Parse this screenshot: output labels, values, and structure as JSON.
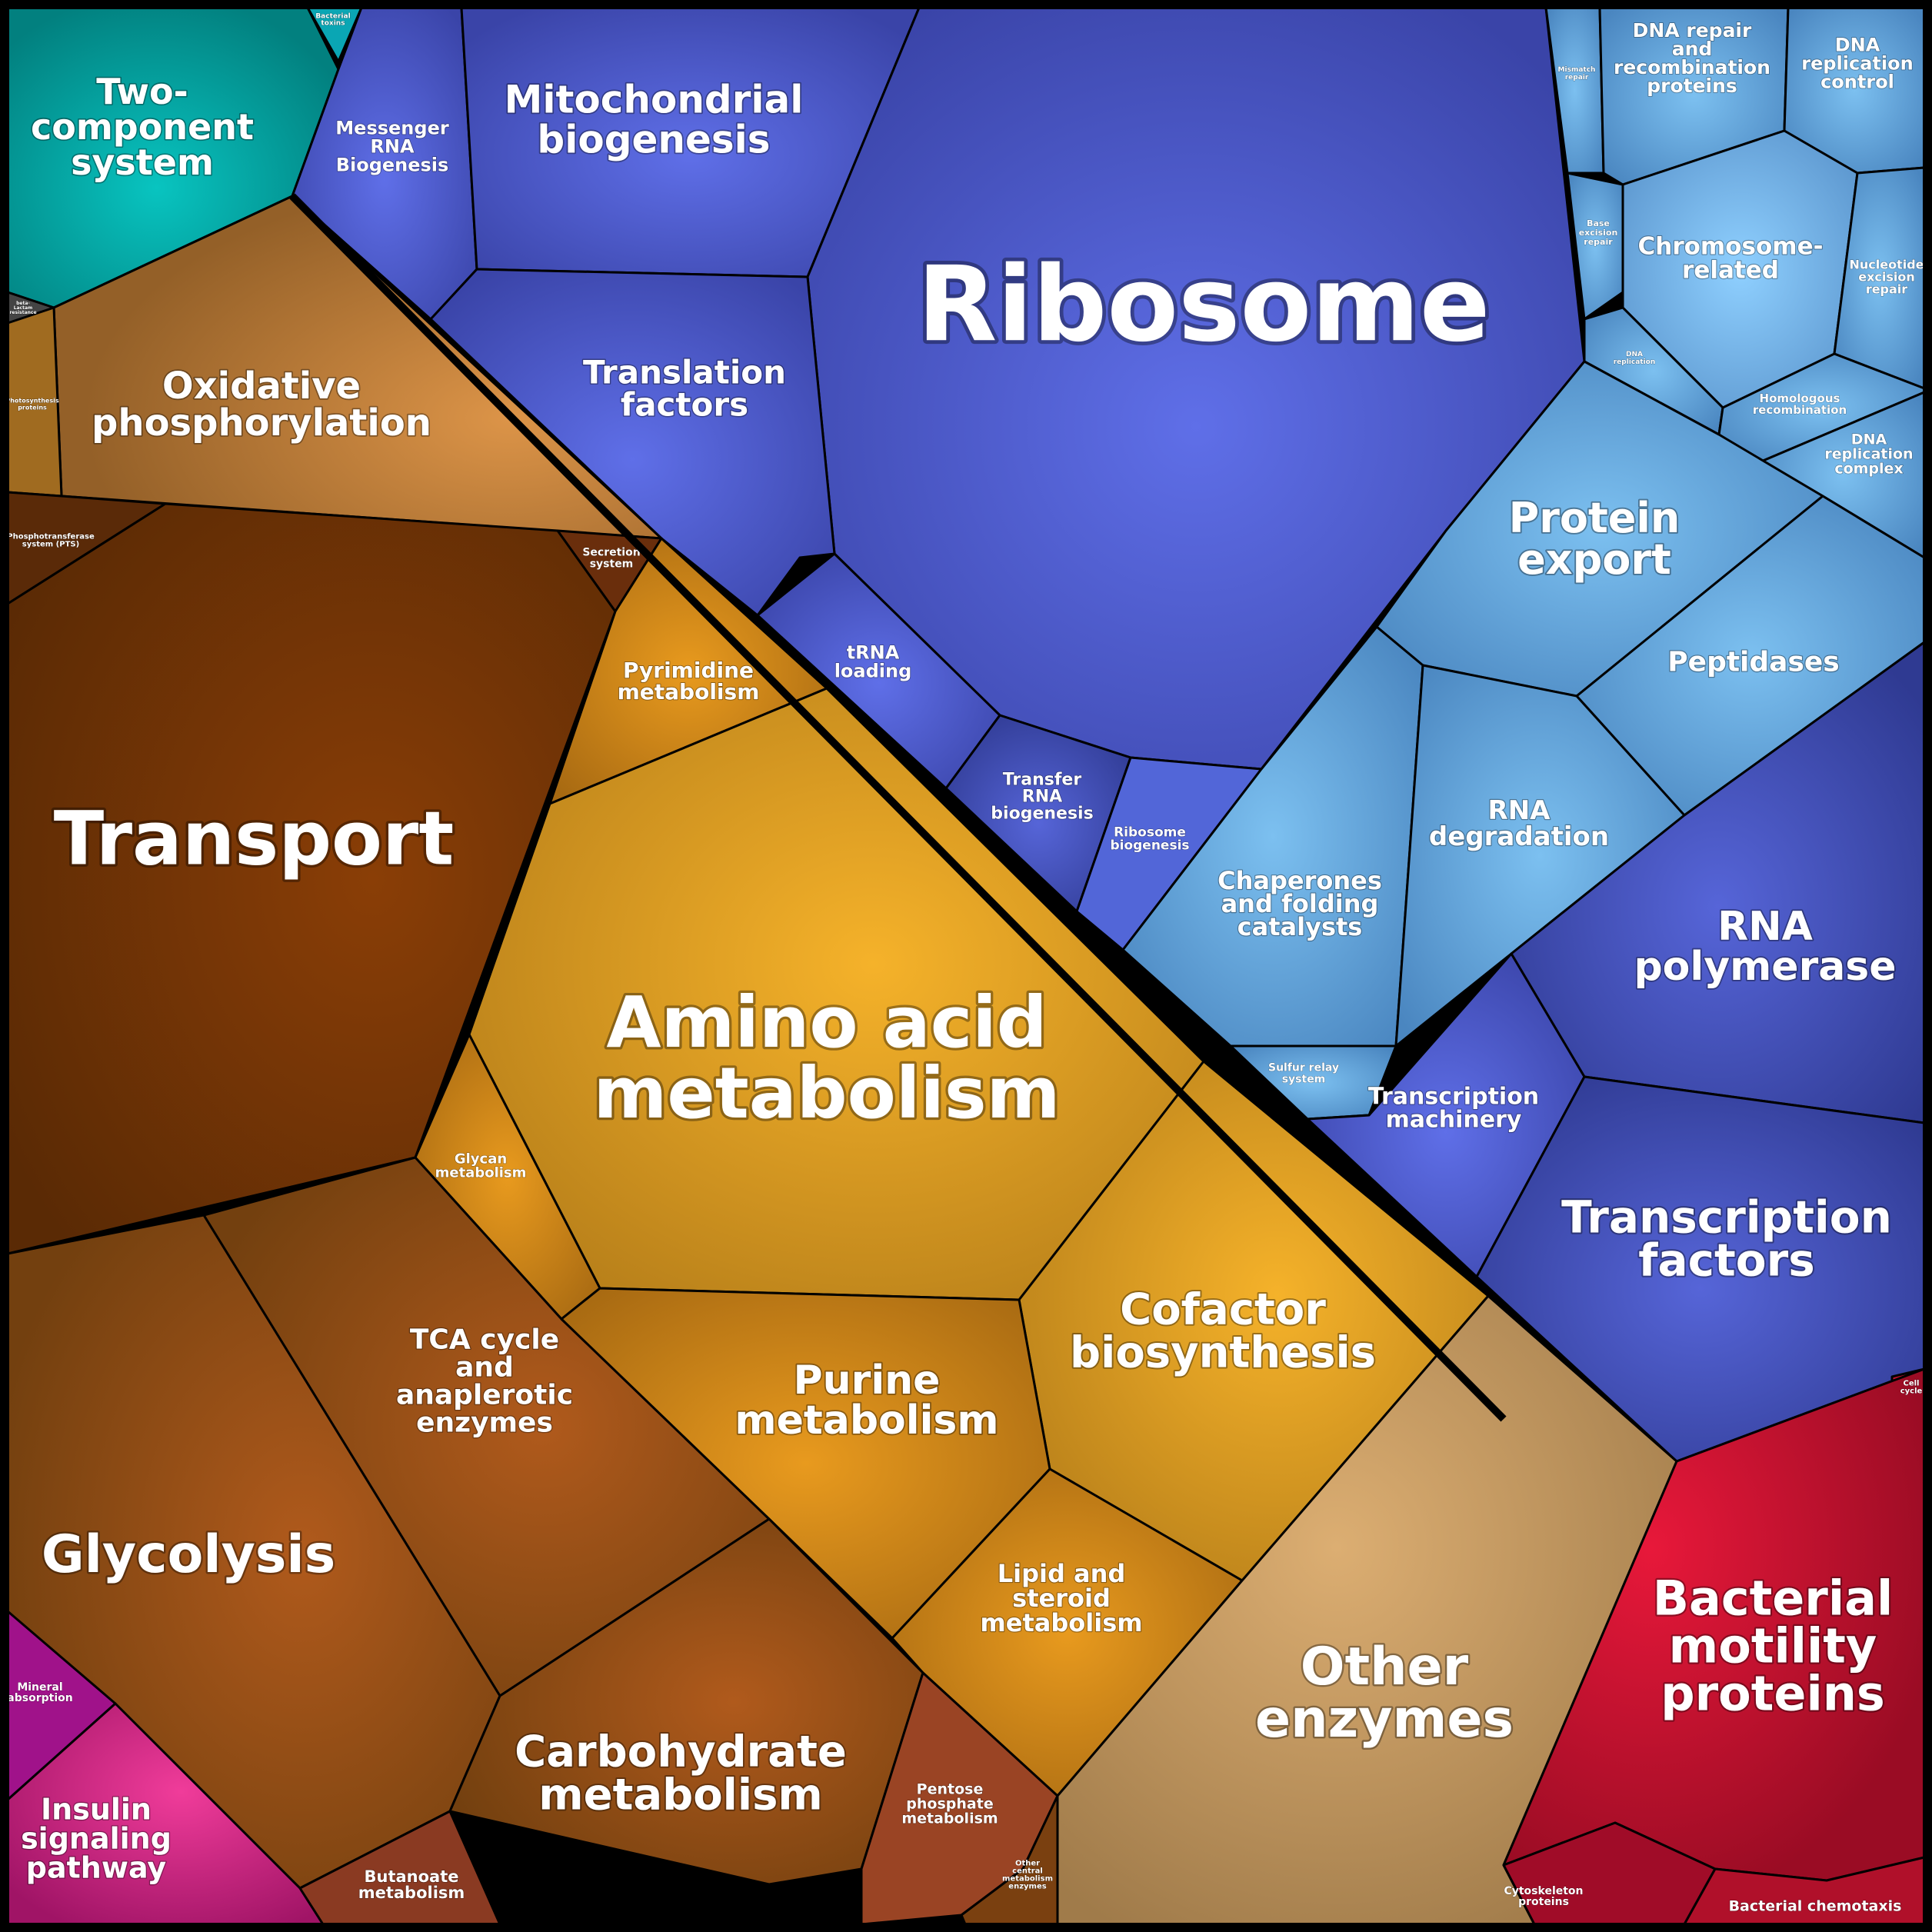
{
  "colors": {
    "background": "#000000",
    "blue": "#4a56c8",
    "lightblue": "#5e9fd8",
    "orange": "#d9921e",
    "brown": "#7a3d0c",
    "teal": "#03908f",
    "red": "#c8102e",
    "magenta": "#c2177b"
  },
  "cells": [
    {
      "id": "two-component-system",
      "label": [
        "Two-",
        "component",
        "system"
      ]
    },
    {
      "id": "bacterial-toxins",
      "label": [
        "Bacterial",
        "toxins"
      ]
    },
    {
      "id": "messenger-rna-biogenesis",
      "label": [
        "Messenger",
        "RNA",
        "Biogenesis"
      ]
    },
    {
      "id": "mitochondrial-biogenesis",
      "label": [
        "Mitochondrial",
        "biogenesis"
      ]
    },
    {
      "id": "ribosome",
      "label": [
        "Ribosome"
      ]
    },
    {
      "id": "mismatch-repair",
      "label": [
        "Mismatch",
        "repair"
      ]
    },
    {
      "id": "dna-repair-recombination",
      "label": [
        "DNA repair",
        "and",
        "recombination",
        "proteins"
      ]
    },
    {
      "id": "dna-replication-control",
      "label": [
        "DNA",
        "replication",
        "control"
      ]
    },
    {
      "id": "base-excision-repair",
      "label": [
        "Base",
        "excision",
        "repair"
      ]
    },
    {
      "id": "chromosome-related",
      "label": [
        "Chromosome-",
        "related"
      ]
    },
    {
      "id": "nucleotide-excision-repair",
      "label": [
        "Nucleotide",
        "excision",
        "repair"
      ]
    },
    {
      "id": "dna-replication",
      "label": [
        "DNA",
        "replication"
      ]
    },
    {
      "id": "homologous-recombination",
      "label": [
        "Homologous",
        "recombination"
      ]
    },
    {
      "id": "dna-replication-complex",
      "label": [
        "DNA",
        "replication",
        "complex"
      ]
    },
    {
      "id": "beta-lactam-resistance",
      "label": [
        "beta-",
        "Lactam",
        "resistance"
      ]
    },
    {
      "id": "oxidative-phosphorylation",
      "label": [
        "Oxidative",
        "phosphorylation"
      ]
    },
    {
      "id": "photosynthesis-proteins",
      "label": [
        "Photosynthesis",
        "proteins"
      ]
    },
    {
      "id": "translation-factors",
      "label": [
        "Translation",
        "factors"
      ]
    },
    {
      "id": "protein-export",
      "label": [
        "Protein",
        "export"
      ]
    },
    {
      "id": "peptidases",
      "label": [
        "Peptidases"
      ]
    },
    {
      "id": "phosphotransferase-system",
      "label": [
        "Phosphotransferase",
        "system (PTS)"
      ]
    },
    {
      "id": "secretion-system",
      "label": [
        "Secretion",
        "system"
      ]
    },
    {
      "id": "trna-loading",
      "label": [
        "tRNA",
        "loading"
      ]
    },
    {
      "id": "transport",
      "label": [
        "Transport"
      ]
    },
    {
      "id": "pyrimidine-metabolism",
      "label": [
        "Pyrimidine",
        "metabolism"
      ]
    },
    {
      "id": "transfer-rna-biogenesis",
      "label": [
        "Transfer",
        "RNA",
        "biogenesis"
      ]
    },
    {
      "id": "ribosome-biogenesis",
      "label": [
        "Ribosome",
        "biogenesis"
      ]
    },
    {
      "id": "chaperones-folding-catalysts",
      "label": [
        "Chaperones",
        "and folding",
        "catalysts"
      ]
    },
    {
      "id": "rna-degradation",
      "label": [
        "RNA",
        "degradation"
      ]
    },
    {
      "id": "rna-polymerase",
      "label": [
        "RNA",
        "polymerase"
      ]
    },
    {
      "id": "amino-acid-metabolism",
      "label": [
        "Amino acid",
        "metabolism"
      ]
    },
    {
      "id": "sulfur-relay-system",
      "label": [
        "Sulfur relay",
        "system"
      ]
    },
    {
      "id": "transcription-machinery",
      "label": [
        "Transcription",
        "machinery"
      ]
    },
    {
      "id": "glycan-metabolism",
      "label": [
        "Glycan",
        "metabolism"
      ]
    },
    {
      "id": "transcription-factors",
      "label": [
        "Transcription",
        "factors"
      ]
    },
    {
      "id": "cofactor-biosynthesis",
      "label": [
        "Cofactor",
        "biosynthesis"
      ]
    },
    {
      "id": "tca-cycle",
      "label": [
        "TCA cycle",
        "and",
        "anaplerotic",
        "enzymes"
      ]
    },
    {
      "id": "purine-metabolism",
      "label": [
        "Purine",
        "metabolism"
      ]
    },
    {
      "id": "glycolysis",
      "label": [
        "Glycolysis"
      ]
    },
    {
      "id": "cell-cycle",
      "label": [
        "Cell",
        "cycle"
      ]
    },
    {
      "id": "lipid-steroid-metabolism",
      "label": [
        "Lipid and",
        "steroid",
        "metabolism"
      ]
    },
    {
      "id": "other-enzymes",
      "label": [
        "Other",
        "enzymes"
      ]
    },
    {
      "id": "bacterial-motility-proteins",
      "label": [
        "Bacterial",
        "motility",
        "proteins"
      ]
    },
    {
      "id": "mineral-absorption",
      "label": [
        "Mineral",
        "absorption"
      ]
    },
    {
      "id": "carbohydrate-metabolism",
      "label": [
        "Carbohydrate",
        "metabolism"
      ]
    },
    {
      "id": "pentose-phosphate-metabolism",
      "label": [
        "Pentose",
        "phosphate",
        "metabolism"
      ]
    },
    {
      "id": "insulin-signaling-pathway",
      "label": [
        "Insulin",
        "signaling",
        "pathway"
      ]
    },
    {
      "id": "butanoate-metabolism",
      "label": [
        "Butanoate",
        "metabolism"
      ]
    },
    {
      "id": "other-central-metabolism-enzymes",
      "label": [
        "Other",
        "central",
        "metabolism",
        "enzymes"
      ]
    },
    {
      "id": "cytoskeleton-proteins",
      "label": [
        "Cytoskeleton",
        "proteins"
      ]
    },
    {
      "id": "bacterial-chemotaxis",
      "label": [
        "Bacterial chemotaxis"
      ]
    }
  ]
}
